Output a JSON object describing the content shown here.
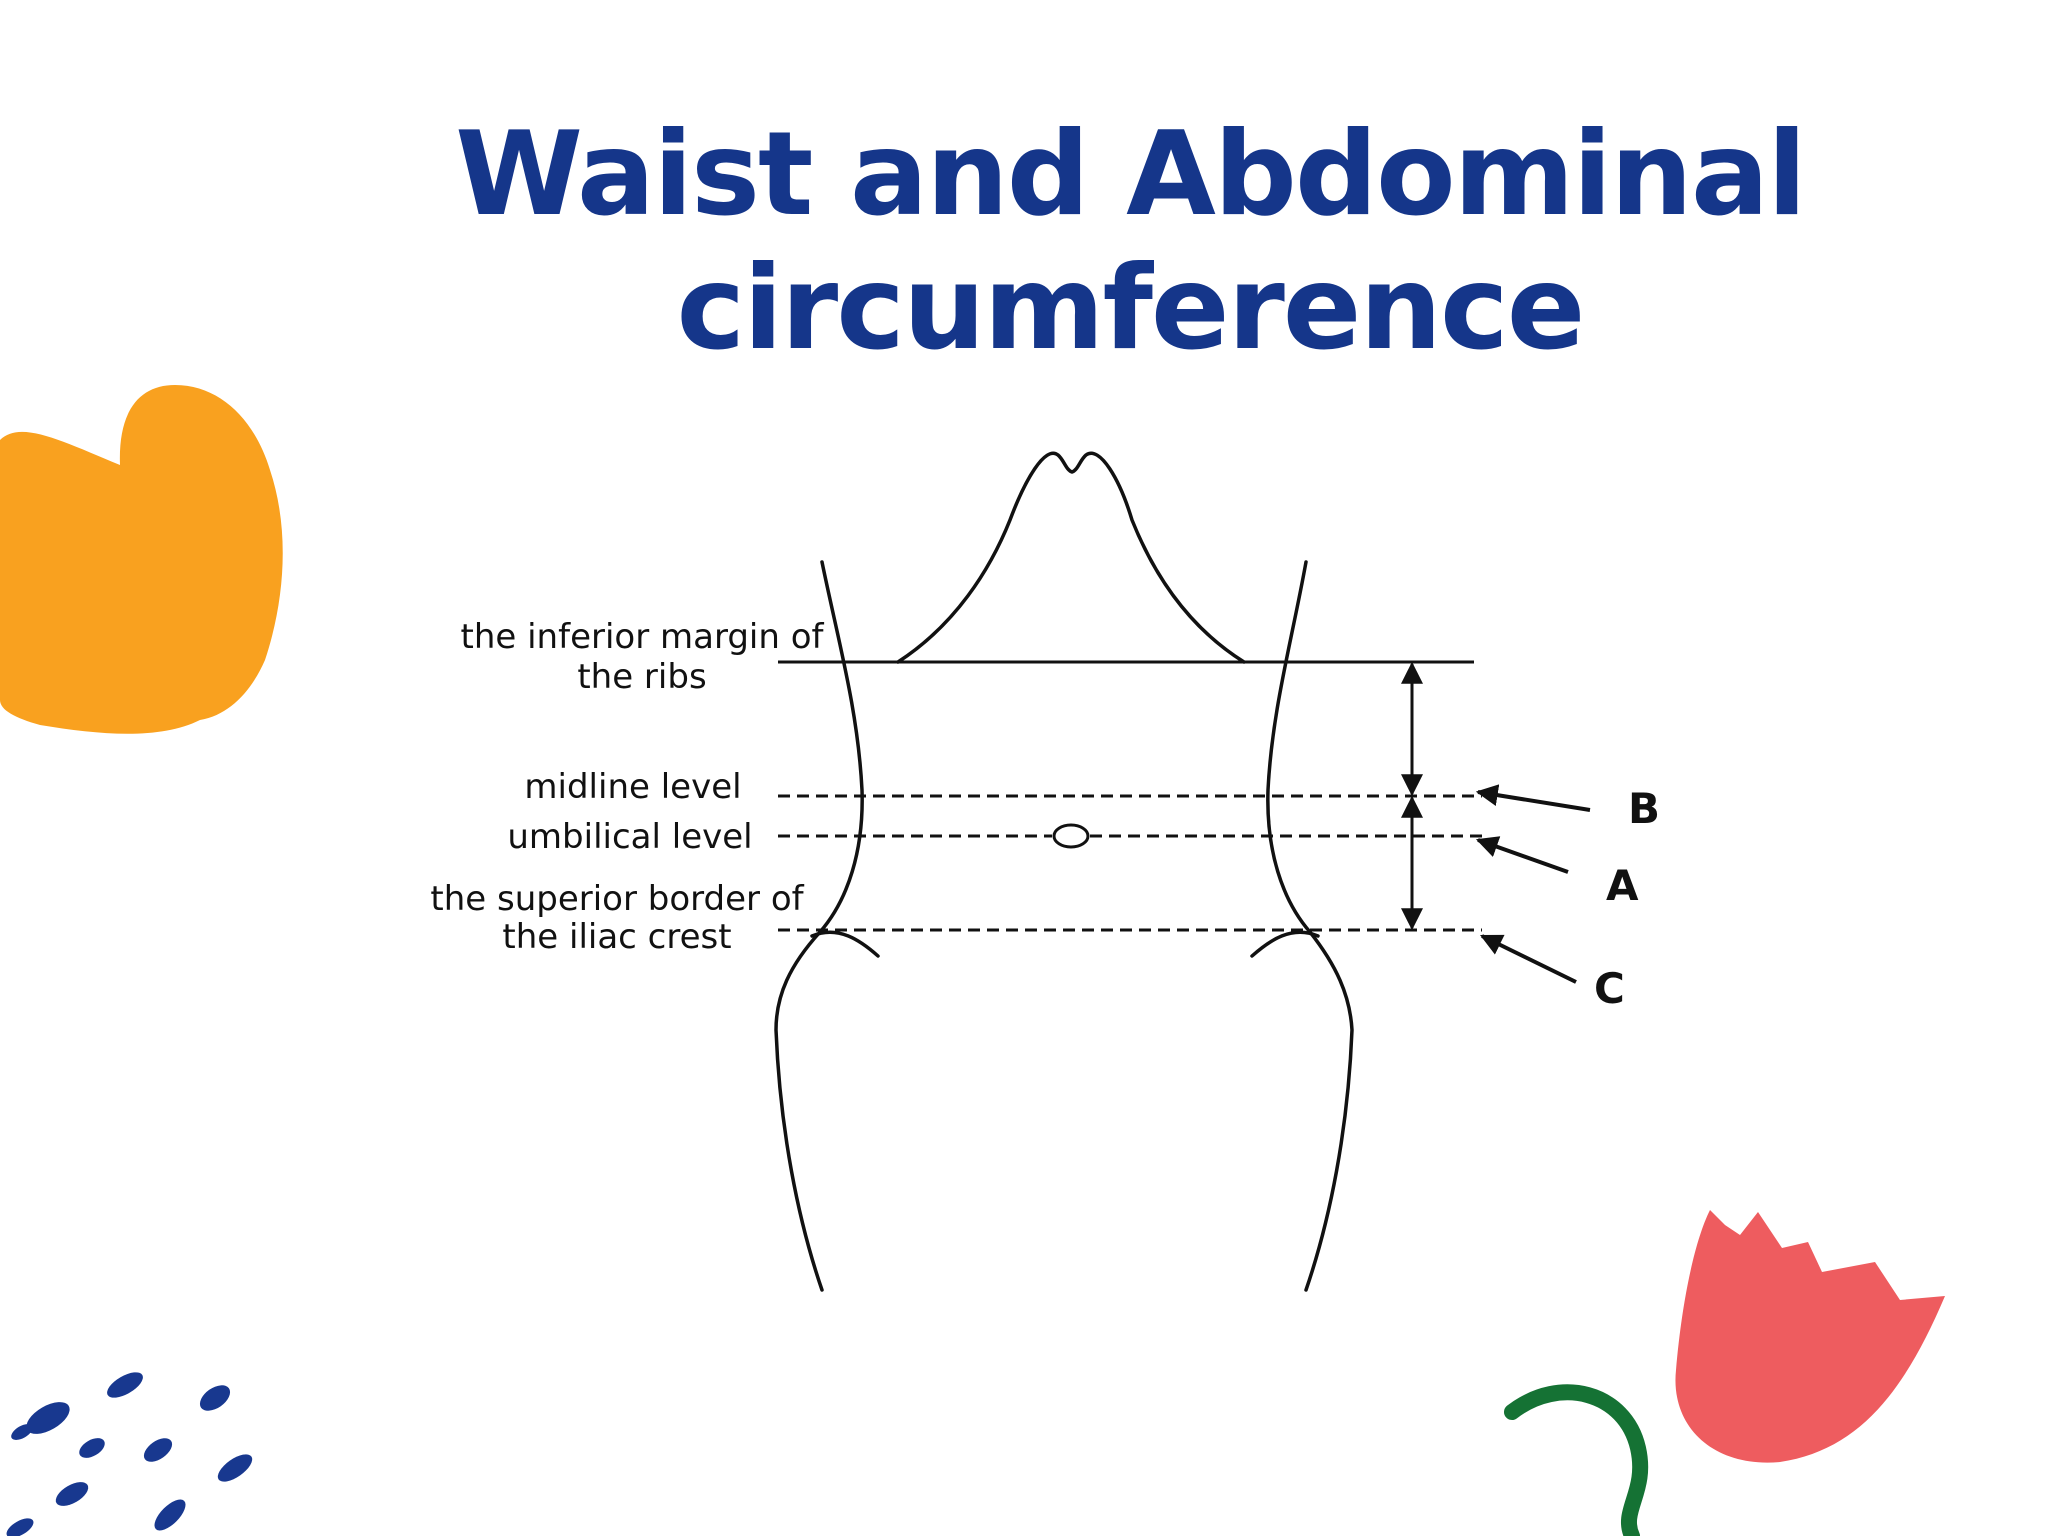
{
  "title": {
    "line1": "Waist and Abdominal",
    "line2": "circumference"
  },
  "labels": {
    "ribs_line1": "the inferior margin of",
    "ribs_line2": "the ribs",
    "midline": "midline level",
    "umbilical": "umbilical level",
    "iliac_line1": "the superior border of",
    "iliac_line2": "the iliac crest"
  },
  "markers": {
    "B": "B",
    "A": "A",
    "C": "C"
  },
  "colors": {
    "title": "#15368a",
    "orange_blob": "#f9a11f",
    "tulip": "#ee5c5f",
    "stem": "#157234",
    "dots": "#18388f",
    "line": "#111111"
  }
}
